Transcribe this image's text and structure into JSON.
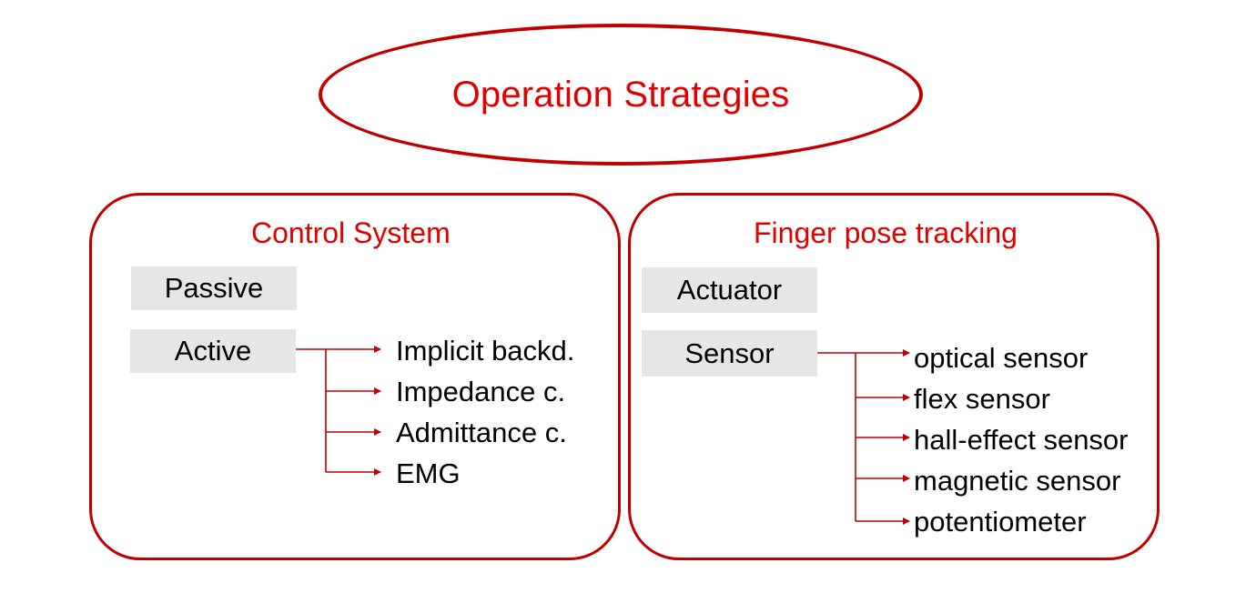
{
  "title": "Operation Strategies",
  "left_panel": {
    "title": "Control System",
    "boxes": {
      "passive": "Passive",
      "active": "Active"
    },
    "branches": [
      "Implicit backd.",
      "Impedance c.",
      "Admittance c.",
      "EMG"
    ]
  },
  "right_panel": {
    "title": "Finger pose tracking",
    "boxes": {
      "actuator": "Actuator",
      "sensor": "Sensor"
    },
    "branches": [
      "optical sensor",
      "flex sensor",
      "hall-effect sensor",
      "magnetic sensor",
      "potentiometer"
    ]
  },
  "colors": {
    "accent": "#c00000",
    "title_text": "#e00000",
    "box_fill": "#e6e6e6"
  }
}
